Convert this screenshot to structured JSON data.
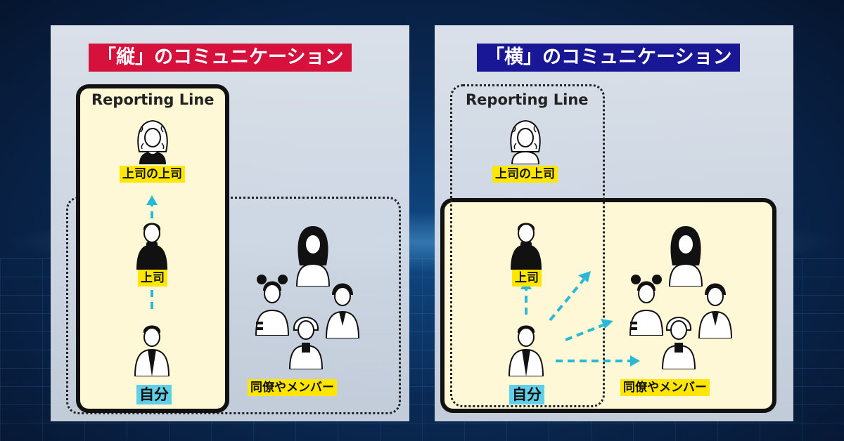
{
  "panels": [
    {
      "title": "「縦」のコミュニケーション",
      "title_color": "#d6123c",
      "reporting_line_label": "Reporting Line",
      "labels": {
        "boss_boss": "上司の上司",
        "boss": "上司",
        "self": "自分",
        "peers": "同僚やメンバー"
      }
    },
    {
      "title": "「横」のコミュニケーション",
      "title_color": "#1a1796",
      "reporting_line_label": "Reporting Line",
      "labels": {
        "boss_boss": "上司の上司",
        "boss": "上司",
        "self": "自分",
        "peers": "同僚やメンバー"
      }
    }
  ],
  "colors": {
    "arrow": "#2bb7d8",
    "highlight_yellow": "#ffe600",
    "highlight_cyan": "#5fd0e8",
    "frame_fill": "#fff8d6"
  },
  "icons": [
    "woman-curly-hair-icon",
    "man-turtleneck-icon",
    "man-jacket-icon",
    "woman-long-hair-icon",
    "girl-buns-icon",
    "woman-ponytail-icon",
    "elderly-woman-icon"
  ]
}
